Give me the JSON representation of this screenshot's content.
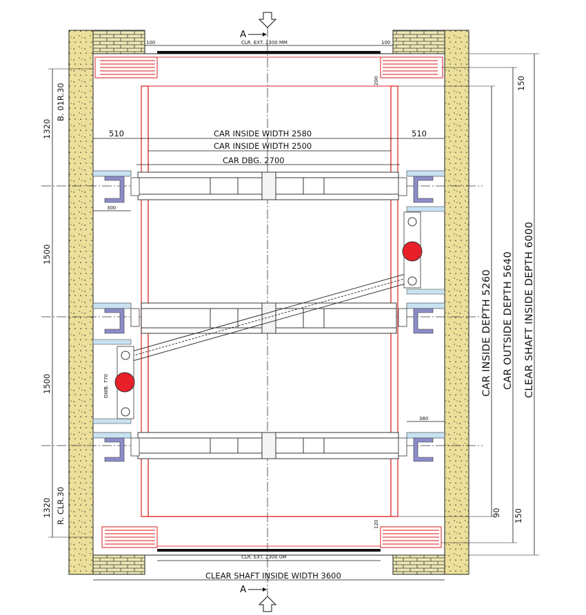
{
  "section_marker": "A",
  "dimensions": {
    "clr_ext_top": "CLR. EXT. 2300 MM",
    "clr_ext_bottom": "CLR. EXT. 2300 0M",
    "top_left_gap": "100",
    "top_right_gap": "100",
    "right_small_200": "200",
    "left_510": "510",
    "right_510": "510",
    "car_inside_width_2580": "CAR INSIDE WIDTH 2580",
    "car_inside_width_2500": "CAR INSIDE WIDTH 2500",
    "car_dbg": "CAR DBG. 2700",
    "bracket_300": "300",
    "bracket_380": "380",
    "dwb_770": "DWB. 770",
    "left_top_1320": "1320",
    "left_bottom_1320": "1320",
    "left_upper_1500": "1500",
    "left_lower_1500": "1500",
    "b_clr_top": "B. 01R.30",
    "r_clr_bottom": "R. CLR.30",
    "bottom_120": "120",
    "car_inside_depth": "CAR INSIDE DEPTH 5260",
    "car_outside_depth": "CAR OUTSIDE DEPTH 5640",
    "clear_shaft_depth": "CLEAR SHAFT INSIDE DEPTH 6000",
    "right_top_150": "150",
    "right_bottom_90": "90",
    "right_bottom_150": "150",
    "clear_shaft_width": "CLEAR SHAFT INSIDE WIDTH 3600"
  },
  "colors": {
    "line": "#111111",
    "car_outline": "#e04040",
    "sheave": "#e8202a",
    "wall_fill": "#ecdf9a",
    "brick_fill": "#eee8b4",
    "bracket_fill": "#c8e2f2",
    "bracket_rail": "#8c8cc8"
  }
}
